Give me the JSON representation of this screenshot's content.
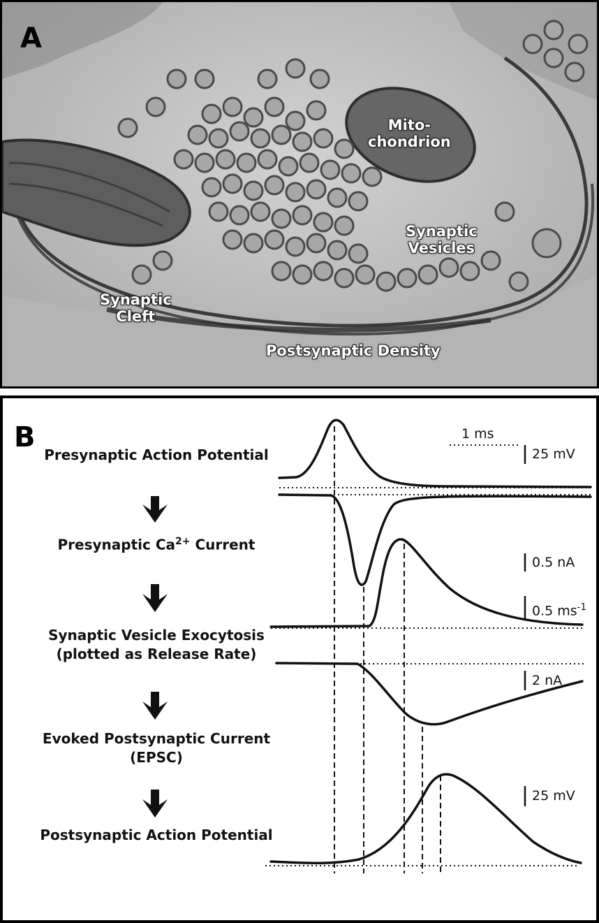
{
  "panel_a": {
    "letter": "A",
    "labels": {
      "mitochondrion": [
        "Mito-",
        "chondrion"
      ],
      "synaptic_vesicles": [
        "Synaptic",
        "Vesicles"
      ],
      "synaptic_cleft": [
        "Synaptic",
        "Cleft"
      ],
      "postsynaptic_density": "Postsynaptic Density"
    }
  },
  "panel_b": {
    "letter": "B",
    "steps": [
      {
        "lines": [
          "Presynaptic Action Potential"
        ]
      },
      {
        "lines": [
          "Presynaptic Ca",
          "2+",
          " Current"
        ]
      },
      {
        "lines": [
          "Synaptic Vesicle Exocytosis",
          "(plotted as Release Rate)"
        ]
      },
      {
        "lines": [
          "Evoked Postsynaptic Current",
          "(EPSC)"
        ]
      },
      {
        "lines": [
          "Postsynaptic Action Potential"
        ]
      }
    ],
    "scale_bars": {
      "time": "1 ms",
      "presynaptic_ap": "25 mV",
      "ca_current": "0.5 nA",
      "release_rate": "0.5 ms",
      "release_rate_exp": "-1",
      "epsc": "2 nA",
      "postsynaptic_ap": "25 mV"
    }
  }
}
